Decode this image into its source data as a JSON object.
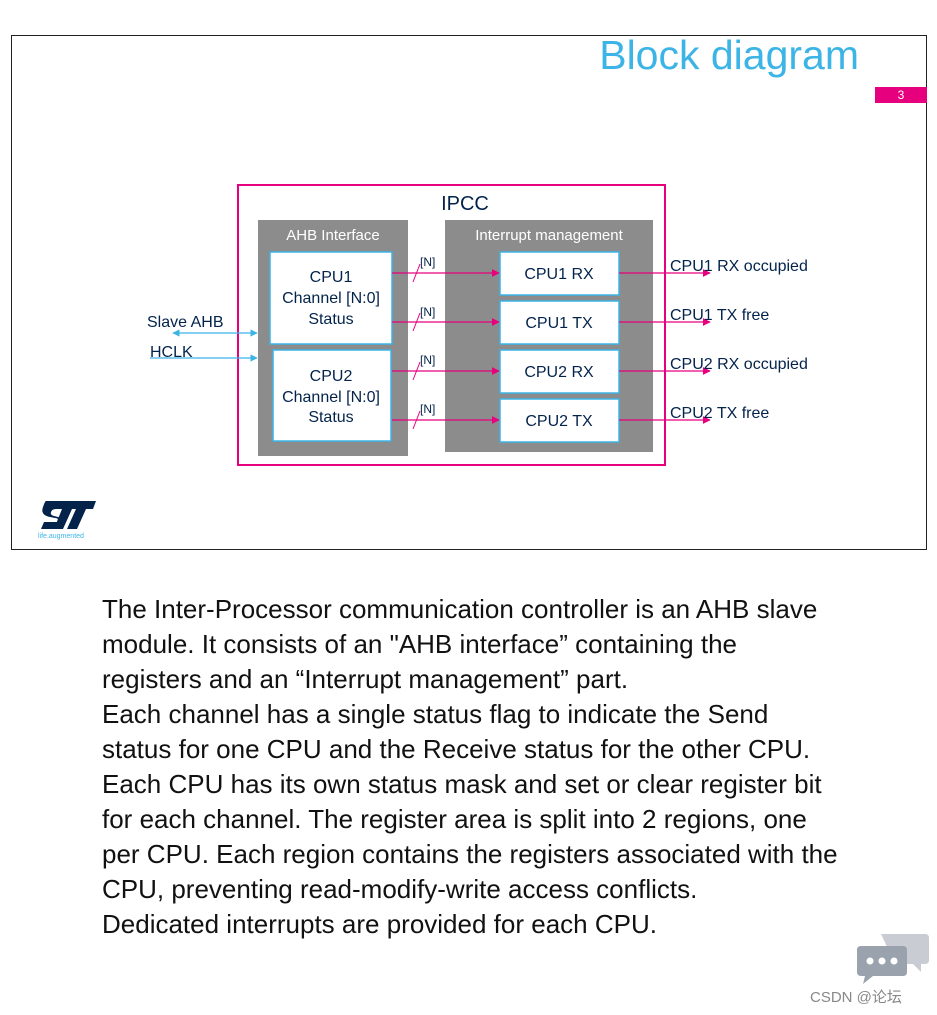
{
  "slide": {
    "title": "Block diagram",
    "page_number": "3",
    "logo_tagline": "life.augmented"
  },
  "diagram": {
    "container_label": "IPCC",
    "ahb_block": {
      "label": "AHB Interface",
      "cpu1_box": [
        "CPU1",
        "Channel [N:0]",
        "Status"
      ],
      "cpu2_box": [
        "CPU2",
        "Channel [N:0]",
        "Status"
      ]
    },
    "interrupt_block": {
      "label": "Interrupt management",
      "boxes": [
        "CPU1 RX",
        "CPU1 TX",
        "CPU2 RX",
        "CPU2 TX"
      ]
    },
    "bus_width_label": "[N]",
    "inputs": [
      "Slave AHB",
      "HCLK"
    ],
    "outputs": [
      "CPU1 RX occupied",
      "CPU1 TX free",
      "CPU2 RX occupied",
      "CPU2 TX free"
    ]
  },
  "description": [
    "The Inter-Processor communication controller is an AHB slave module. It consists of an \"AHB interface” containing the registers and an “Interrupt management” part.",
    "Each channel has a single status flag to indicate the Send status for one CPU and the Receive status for the other CPU. Each CPU has its own status mask and set or clear register bit for each channel. The register area is split into 2 regions, one per CPU. Each region contains the registers associated with the CPU, preventing read-modify-write access conflicts.",
    "Dedicated interrupts are provided for each CPU."
  ],
  "watermark": "CSDN @论坛",
  "colors": {
    "title_blue": "#3cb4e6",
    "st_magenta": "#e6007e",
    "block_gray": "#8c8c8c",
    "box_border_cyan": "#3cb4e6",
    "st_logo_blue": "#03234b"
  },
  "icons": {
    "logo": "st-logo",
    "comment": "comment-bubble-icon"
  }
}
